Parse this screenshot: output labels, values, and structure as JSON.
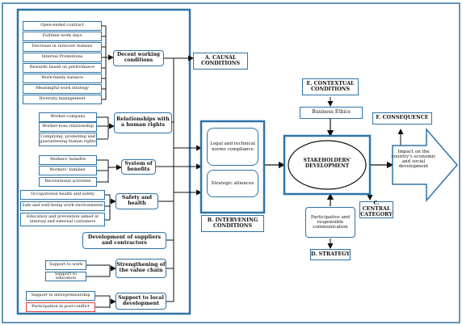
{
  "left_items": {
    "decent": [
      "Open-ended contract",
      "Fulltime work days",
      "Decrease in turnover indexes",
      "Internal Promotions",
      "Rewards based on performance",
      "Work-family balance",
      "Meaningful work strategy",
      "Diversity management"
    ],
    "relationships": [
      "Worker-company",
      "Worker-boss relationship",
      "Complying, promoting and guaranteeing human rights"
    ],
    "benefits": [
      "Workers' benefits",
      "Workers' families'",
      "Recreational activities"
    ],
    "safety": [
      "Occupational health and safety",
      "Safe and well-being work environments",
      "Education and prevention aimed at internal and external customers"
    ],
    "value_chain": [
      "Support to work",
      "Support to education"
    ],
    "local": [
      "Support to entrepreneurship",
      "Participation in post-conflict"
    ]
  },
  "categories": {
    "decent": "Decent working conditions",
    "relationships": "Relationships with a human rights",
    "benefits": "System of benefits",
    "safety": "Safety and health",
    "suppliers": "Development of suppliers and contractors",
    "value_chain": "Strengthening of the value chain",
    "local": "Support to local development"
  },
  "labels": {
    "causal": "A. CAUSAL CONDITIONS",
    "intervening": "B. INTERVENING CONDITIONS",
    "central": "C. CENTRAL CATEGORY",
    "strategy": "D. STRATEGY",
    "contextual": "E. CONTEXTUAL CONDITIONS",
    "consequence": "F. CONSEQUENCE"
  },
  "intervening_items": [
    "Legal and technical norms compliance",
    "Strategic alliances"
  ],
  "center": "STAKEHOLDERS' DEVELOPMENT",
  "business_ethics": "Business Ethics",
  "strategy_item": "Participative and responsible communication",
  "impact": "Impact on the country's economic and social development",
  "colors": {
    "accent": "#2e74a6",
    "highlight": "#e0403c"
  }
}
